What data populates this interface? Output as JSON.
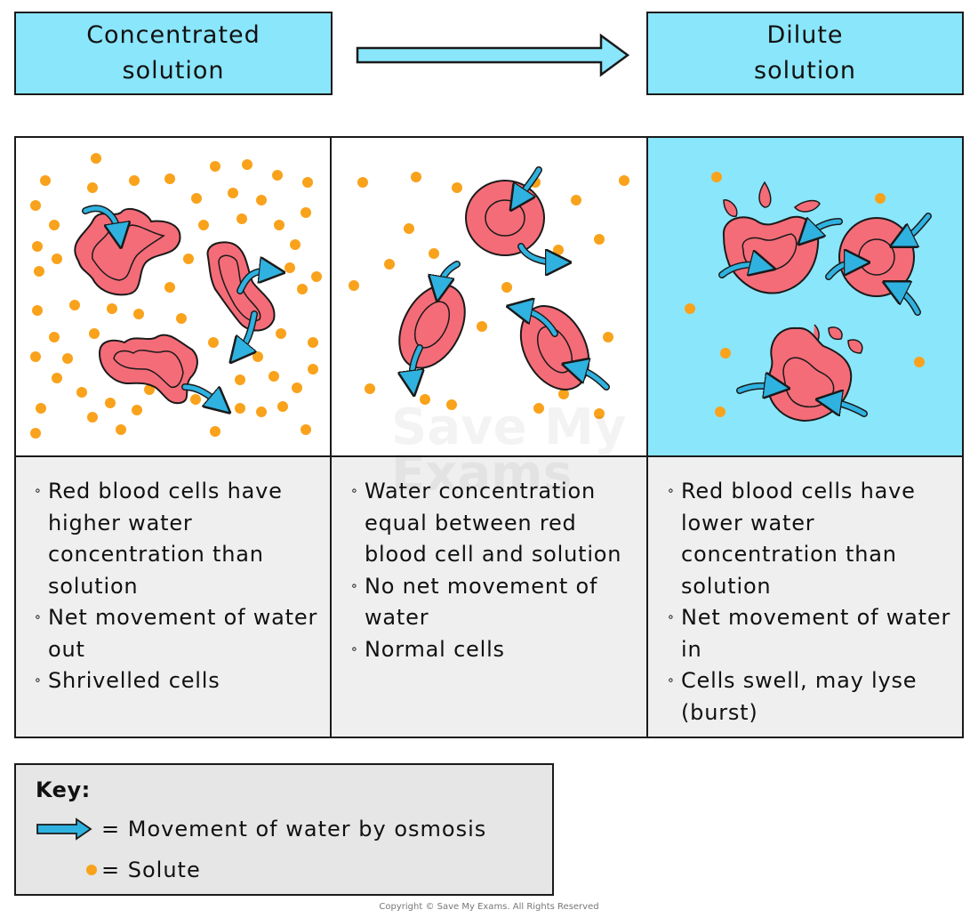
{
  "header": {
    "left": [
      "Concentrated",
      "solution"
    ],
    "right": [
      "Dilute",
      "solution"
    ]
  },
  "panels": [
    {
      "background": "#ffffff",
      "bullets": [
        "Red blood cells have higher water concentration than solution",
        "Net movement of water out",
        "Shrivelled cells"
      ]
    },
    {
      "background": "#ffffff",
      "bullets": [
        "Water concentration equal between red blood cell and solution",
        "No net movement of water",
        "Normal cells"
      ]
    },
    {
      "background": "#8ae6fb",
      "bullets": [
        "Red blood cells have lower water concentration than solution",
        "Net movement of water in",
        "Cells swell, may lyse (burst)"
      ]
    }
  ],
  "key": {
    "title": "Key:",
    "items": [
      {
        "icon": "water-arrow-icon",
        "label": "= Movement of water by osmosis"
      },
      {
        "icon": "solute-dot-icon",
        "label": "= Solute"
      }
    ]
  },
  "watermark": [
    "Save My",
    "Exams"
  ],
  "copyright": "Copyright © Save My Exams. All Rights Reserved",
  "colors": {
    "header_fill": "#8ae6fb",
    "cell_fill": "#f46c78",
    "water_arrow": "#2fb2e0",
    "solute": "#f9a21b",
    "text_panel": "#efefef",
    "key_fill": "#e6e6e6"
  }
}
